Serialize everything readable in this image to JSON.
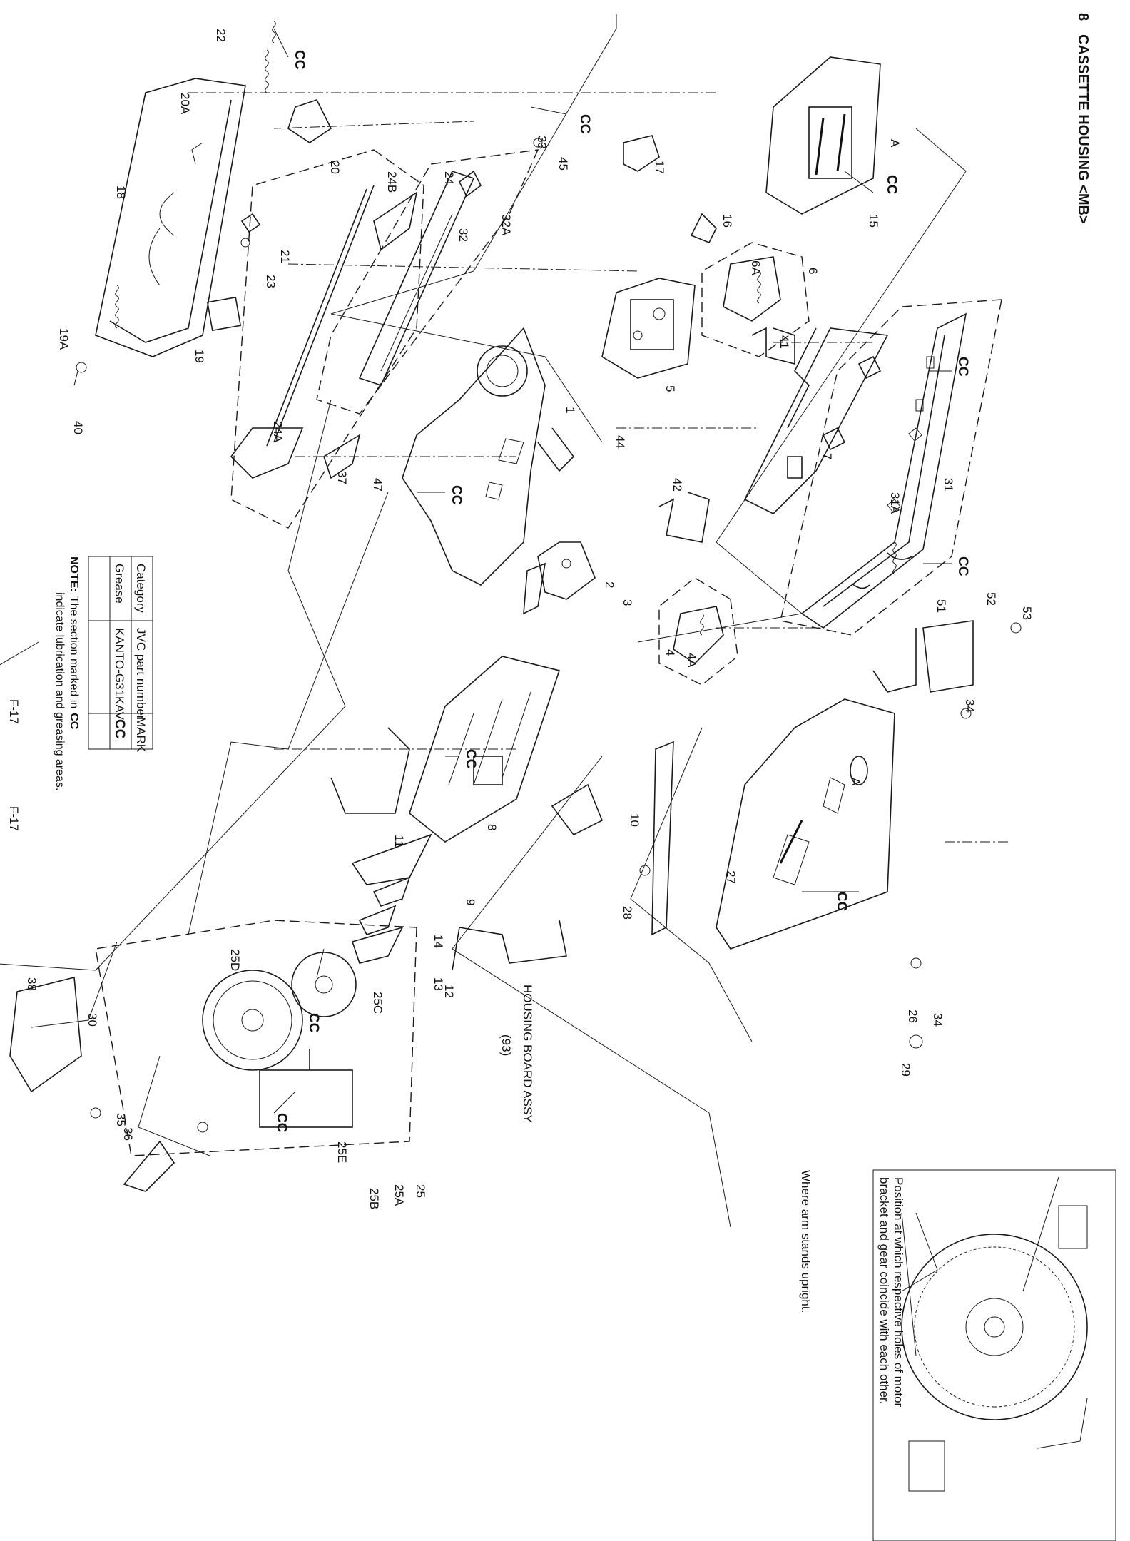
{
  "header": {
    "section_number": "8",
    "title": "CASSETTE HOUSING <MB>"
  },
  "page_footer": [
    "F-17",
    "F-17"
  ],
  "lubrication_mark": "CC",
  "parts_table": {
    "headers": [
      "Category",
      "JVC part number",
      "MARK"
    ],
    "rows": [
      [
        "Grease",
        "KANTO-G31KAV",
        "CC"
      ]
    ]
  },
  "note": {
    "label": "NOTE:",
    "line1": "The section marked in",
    "line1_mark": "CC",
    "line2": "indicate lubrication and greasing areas."
  },
  "housing_board": {
    "line1": "HOUSING BOARD ASSY",
    "line2": "(93)"
  },
  "inset": {
    "caption1_line1": "Position at which respective holes of motor",
    "caption1_line2": "bracket and gear coincide with each other.",
    "caption2": "Where arm stands upright."
  },
  "callouts": [
    "1",
    "2",
    "3",
    "4",
    "4A",
    "5",
    "6",
    "6A",
    "7",
    "8",
    "9",
    "10",
    "11",
    "12",
    "13",
    "14",
    "15",
    "16",
    "17",
    "18",
    "19",
    "19A",
    "20",
    "20A",
    "21",
    "22",
    "23",
    "24",
    "24A",
    "24B",
    "25",
    "25A",
    "25B",
    "25C",
    "25D",
    "25E",
    "26",
    "27",
    "28",
    "29",
    "30",
    "31",
    "31A",
    "32",
    "32A",
    "33",
    "34",
    "34",
    "35",
    "36",
    "37",
    "38",
    "40",
    "41",
    "42",
    "44",
    "45",
    "47",
    "51",
    "52",
    "53",
    "A",
    "A"
  ]
}
